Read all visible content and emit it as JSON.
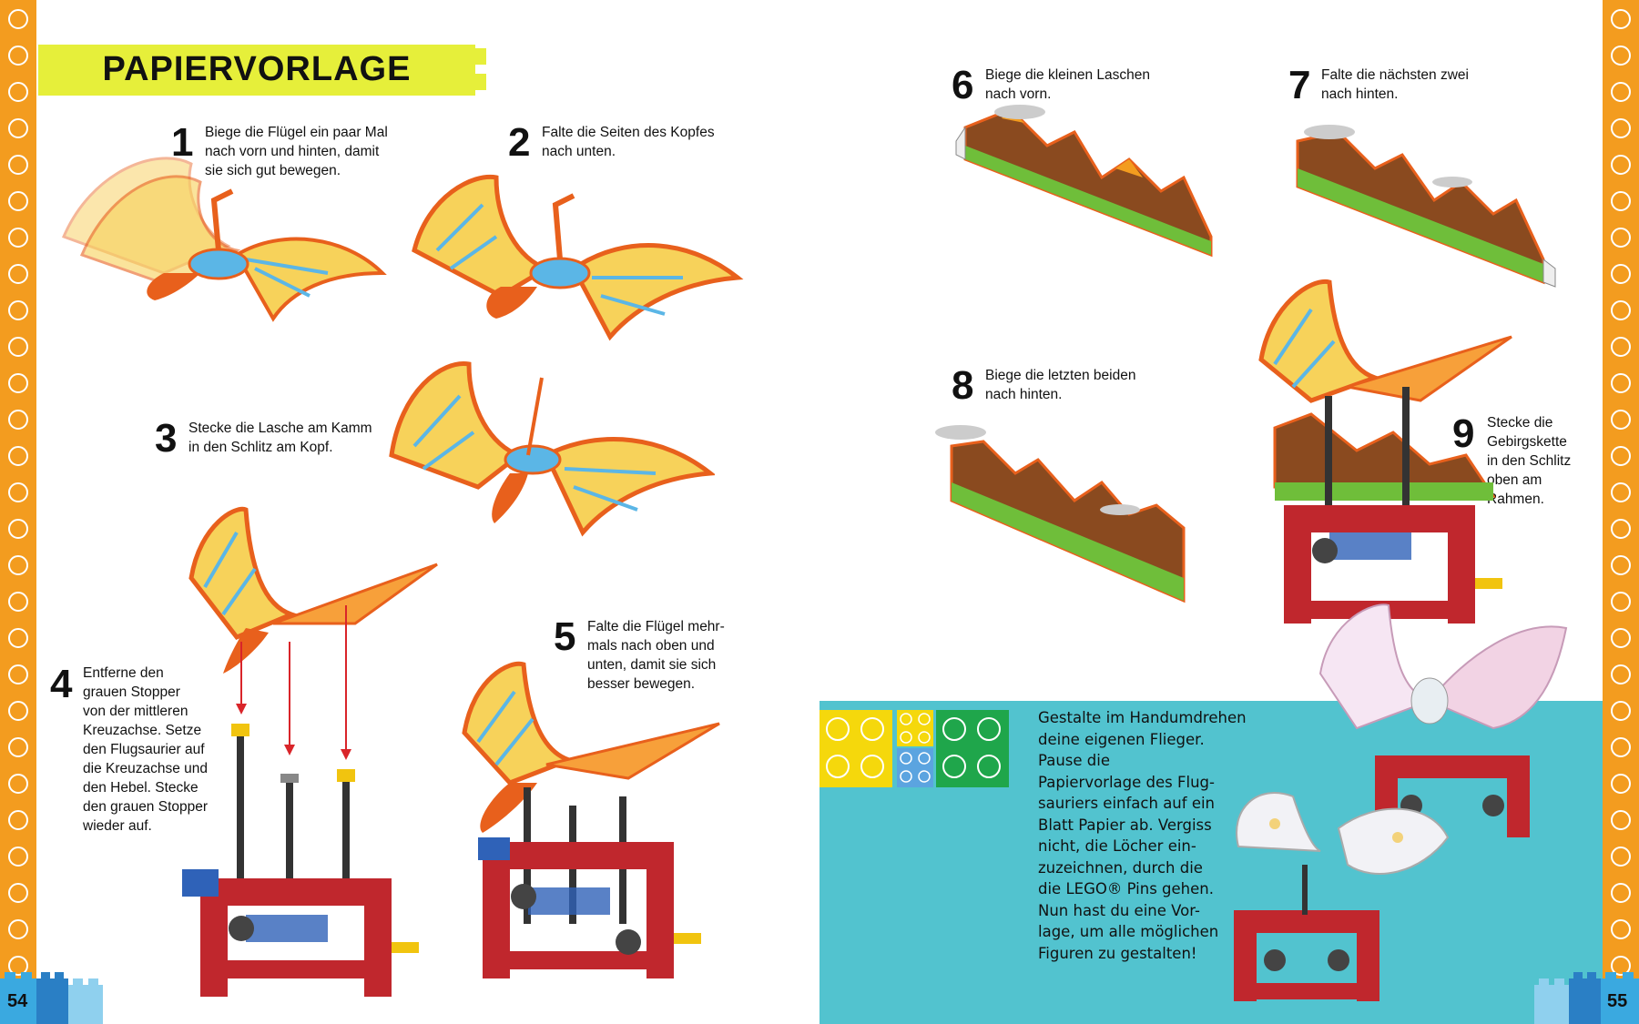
{
  "header": {
    "title": "PAPIERVORLAGE"
  },
  "steps": [
    {
      "num": "1",
      "lines": [
        "Biege die Flügel ein paar Mal",
        "nach vorn und hinten, damit",
        "sie sich gut bewegen."
      ]
    },
    {
      "num": "2",
      "lines": [
        "Falte die Seiten des Kopfes",
        "nach unten."
      ]
    },
    {
      "num": "3",
      "lines": [
        "Stecke die Lasche am Kamm",
        "in den Schlitz am Kopf."
      ]
    },
    {
      "num": "4",
      "lines": [
        "Entferne den",
        "grauen Stopper",
        "von der mittleren",
        "Kreuzachse. Setze",
        "den Flugsaurier auf",
        "die Kreuzachse und",
        "den Hebel. Stecke",
        "den grauen Stopper",
        "wieder auf."
      ]
    },
    {
      "num": "5",
      "lines": [
        "Falte die Flügel mehr-",
        "mals nach oben und",
        "unten, damit sie sich",
        "besser bewegen."
      ]
    },
    {
      "num": "6",
      "lines": [
        "Biege die kleinen Laschen",
        "nach vorn."
      ]
    },
    {
      "num": "7",
      "lines": [
        "Falte die nächsten zwei",
        "nach hinten."
      ]
    },
    {
      "num": "8",
      "lines": [
        "Biege die letzten beiden",
        "nach hinten."
      ]
    },
    {
      "num": "9",
      "lines": [
        "Stecke die",
        "Gebirgskette",
        "in den Schlitz",
        "oben am",
        "Rahmen."
      ]
    }
  ],
  "tip": {
    "lines": [
      "Gestalte im Handumdrehen",
      "deine eigenen Flieger. Pause die",
      "Papiervorlage des Flug-",
      "sauriers einfach auf ein",
      "Blatt Papier ab. Vergiss",
      "nicht, die Löcher ein-",
      "zuzeichnen, durch die",
      "die LEGO® Pins gehen.",
      "Nun hast du eine Vor-",
      "lage, um alle möglichen",
      "Figuren zu gestalten!"
    ]
  },
  "pages": {
    "left": "54",
    "right": "55"
  },
  "colors": {
    "accent_orange": "#f39c1f",
    "title_yellow": "#e6ef3a",
    "tip_cyan": "#52c3cf",
    "brick_red": "#c0272d"
  }
}
